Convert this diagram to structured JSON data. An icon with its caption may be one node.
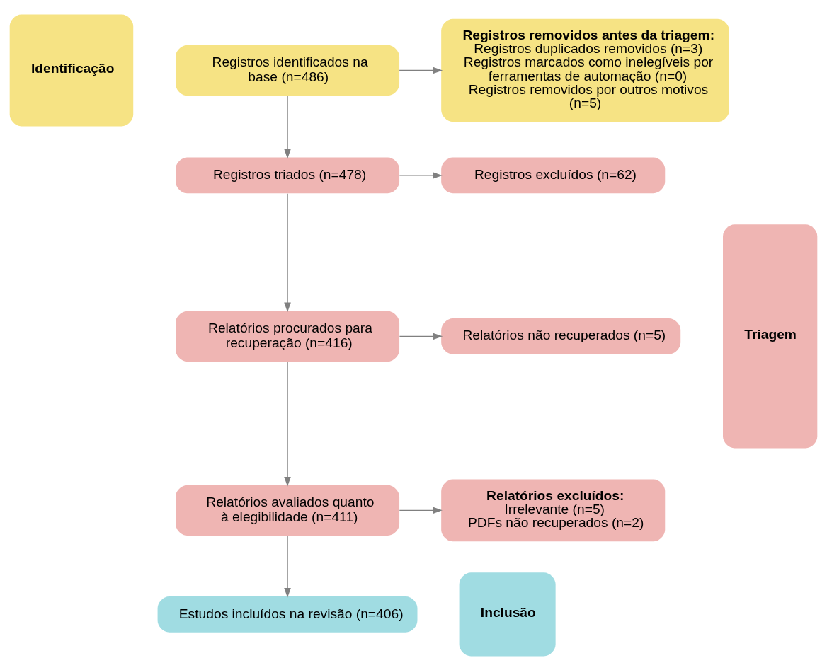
{
  "diagram": {
    "nodes": [
      {
        "text": [
          "Identificação"
        ]
      },
      {
        "text": [
          "Registros identificados na base (n=486)"
        ]
      },
      {
        "text": [
          "Registros removidos antes da triagem:",
          "Registros duplicados removidos (n=3)",
          "Registros marcados como inelegíveis por ferramentas de automação (n=0)",
          "Registros removidos por outros motivos (n=5)"
        ]
      },
      {
        "text": [
          "Triagem"
        ]
      },
      {
        "text": [
          "Registros triados (n=478)"
        ]
      },
      {
        "text": [
          "Registros excluídos (n=62)"
        ]
      },
      {
        "text": [
          "Relatórios procurados para recuperação (n=416)"
        ]
      },
      {
        "text": [
          "Relatórios não recuperados (n=5)"
        ]
      },
      {
        "text": [
          "Relatórios avaliados quanto à elegibilidade (n=411)"
        ]
      },
      {
        "text": [
          "Relatórios excluídos:",
          "Irrelevante (n=5)",
          "PDFs não recuperados (n=2)"
        ]
      },
      {
        "text": [
          "Inclusão"
        ]
      },
      {
        "text": [
          "Estudos incluídos na revisão (n=406)"
        ]
      }
    ],
    "edges": [
      {
        "from": 1,
        "to": 2,
        "arrow": "to"
      },
      {
        "from": 1,
        "to": 4,
        "arrow": "to"
      },
      {
        "from": 4,
        "to": 5,
        "arrow": "to"
      },
      {
        "from": 4,
        "to": 6,
        "arrow": "to"
      },
      {
        "from": 6,
        "to": 7,
        "arrow": "to"
      },
      {
        "from": 6,
        "to": 8,
        "arrow": "to"
      },
      {
        "from": 8,
        "to": 9,
        "arrow": "to"
      },
      {
        "from": 8,
        "to": 11,
        "arrow": "to"
      }
    ]
  }
}
